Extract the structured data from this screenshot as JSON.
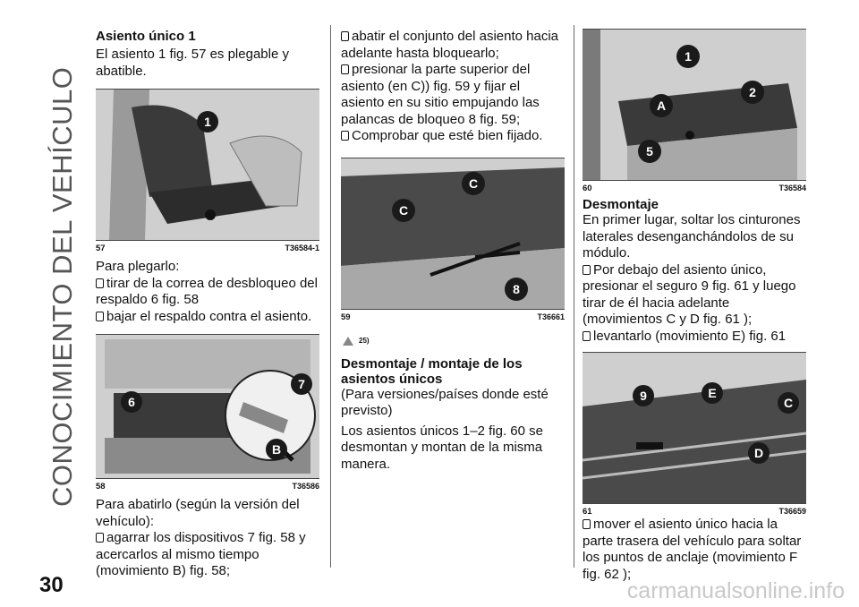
{
  "side_title": "CONOCIMIENTO DEL VEHÍCULO",
  "page_number": "30",
  "footer_url": "carmanualsonline.info",
  "col1": {
    "heading": "Asiento único 1",
    "intro": "El asiento 1 fig. 57 es plegable y abatible.",
    "fig57": {
      "number": "57",
      "code": "T36584-1",
      "callouts": [
        "1"
      ]
    },
    "fold_label": "Para plegarlo:",
    "fold_steps": [
      "tirar de la correa de desbloqueo del respaldo 6 fig. 58",
      "bajar el respaldo contra el asiento."
    ],
    "fig58": {
      "number": "58",
      "code": "T36586",
      "callouts": [
        "6",
        "7",
        "B"
      ]
    },
    "tilt_label": "Para abatirlo (según la versión del vehículo):",
    "tilt_steps": [
      "agarrar los dispositivos 7 fig. 58 y acercarlos al mismo tiempo (movimiento B) fig. 58;"
    ]
  },
  "col2": {
    "steps": [
      "abatir el conjunto del asiento hacia adelante hasta bloquearlo;",
      "presionar la parte superior del asiento (en C)) fig. 59 y fijar el asiento en su sitio empujando las palancas de bloqueo 8 fig. 59;",
      "Comprobar que esté bien fijado."
    ],
    "fig59": {
      "number": "59",
      "code": "T36661",
      "callouts": [
        "C",
        "C",
        "8"
      ]
    },
    "note_ref": "25)",
    "heading": "Desmontaje / montaje de los asientos únicos",
    "sub": "(Para versiones/países donde esté previsto)",
    "text": "Los asientos únicos 1–2 fig. 60 se desmontan y montan de la misma manera."
  },
  "col3": {
    "fig60": {
      "number": "60",
      "code": "T36584",
      "callouts": [
        "1",
        "2",
        "A",
        "5"
      ]
    },
    "heading": "Desmontaje",
    "text": "En primer lugar, soltar los cinturones laterales desenganchándolos de su módulo.",
    "steps_a": [
      "Por debajo del asiento único, presionar el seguro 9 fig. 61 y luego tirar de él hacia adelante (movimientos C y D fig. 61 );",
      "levantarlo (movimiento E) fig. 61"
    ],
    "fig61": {
      "number": "61",
      "code": "T36659",
      "callouts": [
        "9",
        "E",
        "C",
        "D"
      ]
    },
    "steps_b": [
      "mover el asiento único hacia la parte trasera del vehículo para soltar los puntos de anclaje (movimiento F fig. 62 );"
    ]
  },
  "colors": {
    "callout_fill": "#1a1a1a",
    "callout_text": "#ffffff",
    "figure_bg": "#d8d8d8"
  }
}
